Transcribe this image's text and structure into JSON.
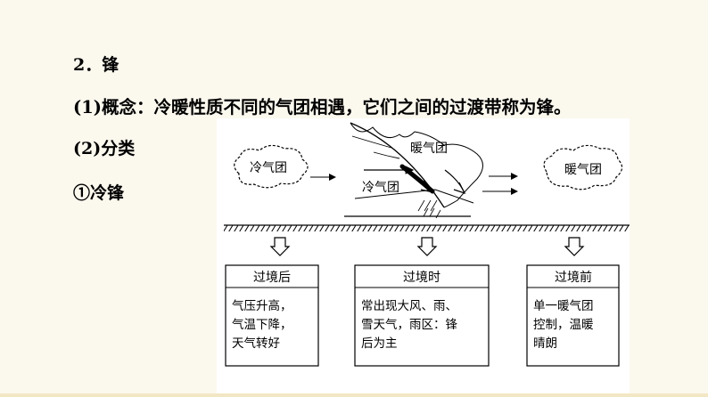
{
  "heading": "2．锋",
  "concept": {
    "num": "(1)",
    "text": "概念：冷暖性质不同的气团相遇，它们之间的过渡带称为锋。"
  },
  "classify": {
    "num": "(2)",
    "text": "分类"
  },
  "item": "①冷锋",
  "diagram": {
    "left_cloud": "冷气团",
    "warm_label": "暖气团",
    "cold_label": "冷气团",
    "right_cloud": "暖气团",
    "boxes": [
      {
        "title": "过境后",
        "lines": [
          "气压升高，",
          "气温下降，",
          "天气转好"
        ]
      },
      {
        "title": "过境时",
        "lines": [
          "常出现大风、雨、",
          "雪天气，雨区：锋",
          "后为主"
        ]
      },
      {
        "title": "过境前",
        "lines": [
          "单一暖气团",
          "控制，温暖",
          "晴朗"
        ]
      }
    ]
  }
}
